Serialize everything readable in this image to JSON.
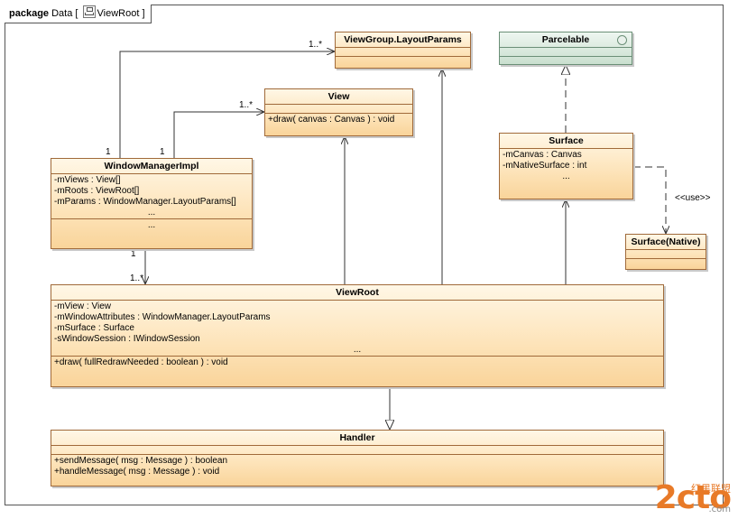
{
  "package_tab": {
    "keyword": "package",
    "name": "Data",
    "diagram_name": "ViewRoot"
  },
  "classes": {
    "layout_params": {
      "name": "ViewGroup.LayoutParams"
    },
    "parcelable": {
      "name": "Parcelable"
    },
    "view": {
      "name": "View",
      "operations": [
        "+draw( canvas : Canvas ) : void"
      ]
    },
    "surface": {
      "name": "Surface",
      "attributes": [
        "-mCanvas : Canvas",
        "-mNativeSurface : int"
      ],
      "ellipsis": "..."
    },
    "window_manager_impl": {
      "name": "WindowManagerImpl",
      "attributes": [
        "-mViews : View[]",
        "-mRoots : ViewRoot[]",
        "-mParams : WindowManager.LayoutParams[]"
      ],
      "ellipsis": "...",
      "op_ellipsis": "..."
    },
    "surface_native": {
      "name": "Surface(Native)"
    },
    "view_root": {
      "name": "ViewRoot",
      "attributes": [
        "-mView : View",
        "-mWindowAttributes : WindowManager.LayoutParams",
        "-mSurface : Surface",
        "-sWindowSession : IWindowSession"
      ],
      "ellipsis": "...",
      "operations": [
        "+draw( fullRedrawNeeded : boolean ) : void"
      ]
    },
    "handler": {
      "name": "Handler",
      "operations": [
        "+sendMessage( msg : Message ) : boolean",
        "+handleMessage( msg : Message ) : void"
      ]
    }
  },
  "multiplicities": {
    "wm_to_layoutparams_target": "1..*",
    "wm_to_layoutparams_source": "1",
    "wm_to_view_target": "1..*",
    "wm_to_view_source": "1",
    "wm_to_viewroot_source": "1",
    "wm_to_viewroot_target": "1..*"
  },
  "stereotypes": {
    "use": "<<use>>"
  },
  "watermark": {
    "main": "2cto",
    "sub": "红黑联盟",
    "url": ".com"
  }
}
